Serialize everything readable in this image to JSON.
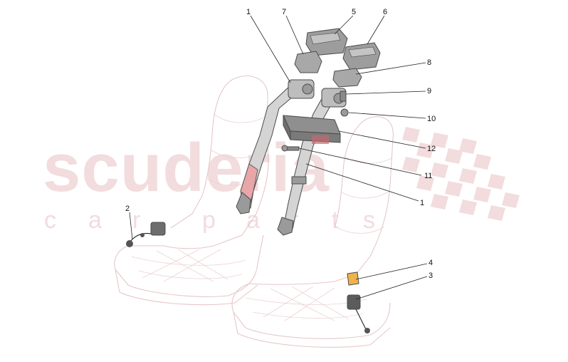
{
  "watermark": {
    "brand": "scuderia",
    "tagline_letters": [
      "c",
      "a",
      "r",
      "p",
      "a",
      "r",
      "t",
      "s"
    ],
    "color": "#f2dcdd"
  },
  "callouts": [
    {
      "id": "c1a",
      "label": "1"
    },
    {
      "id": "c1b",
      "label": "1"
    },
    {
      "id": "c2",
      "label": "2"
    },
    {
      "id": "c3",
      "label": "3"
    },
    {
      "id": "c4",
      "label": "4"
    },
    {
      "id": "c5",
      "label": "5"
    },
    {
      "id": "c6",
      "label": "6"
    },
    {
      "id": "c7",
      "label": "7"
    },
    {
      "id": "c8",
      "label": "8"
    },
    {
      "id": "c9",
      "label": "9"
    },
    {
      "id": "c10",
      "label": "10"
    },
    {
      "id": "c11",
      "label": "11"
    },
    {
      "id": "c12",
      "label": "12"
    }
  ],
  "colors": {
    "seat_outline": "#e7c6c9",
    "part_fill": "#cfcfcf",
    "part_dark": "#8a8a8a",
    "highlight_part": "#f0b24a"
  }
}
